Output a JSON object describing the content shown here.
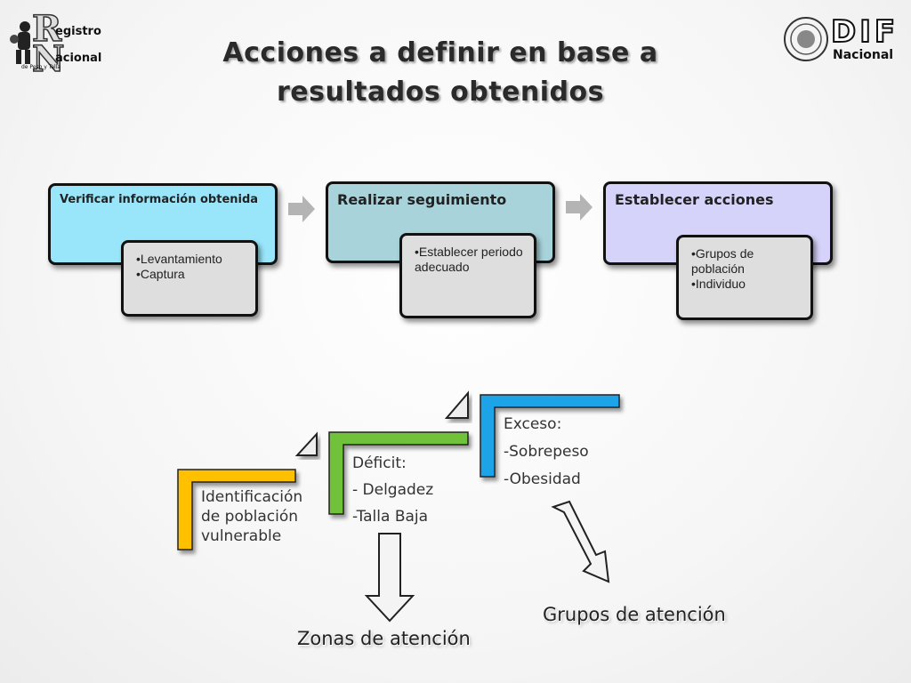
{
  "header": {
    "title": "Acciones a definir en base a resultados obtenidos",
    "logo_left": {
      "line1": "egistro",
      "line2": "acional",
      "caption": "de Peso y Talla",
      "letters": [
        "R",
        "N"
      ]
    },
    "logo_right": {
      "word": "DIF",
      "sub": "Nacional"
    }
  },
  "flow": [
    {
      "title": "Verificar información obtenida",
      "color": "#99e6fb",
      "items": [
        "•Levantamiento",
        "•Captura"
      ]
    },
    {
      "title": "Realizar seguimiento",
      "color": "#a8d3da",
      "items": [
        "•Establecer periodo adecuado"
      ]
    },
    {
      "title": "Establecer acciones",
      "color": "#d6d3fb",
      "items": [
        "•Grupos de población",
        "•Individuo"
      ]
    }
  ],
  "steps": [
    {
      "lines": [
        "Identificación",
        "de población",
        "vulnerable"
      ],
      "color": "#ffc000"
    },
    {
      "lines": [
        "Déficit:",
        "- Delgadez",
        "-Talla Baja"
      ],
      "color": "#70c23a"
    },
    {
      "lines": [
        "Exceso:",
        "-Sobrepeso",
        "-Obesidad"
      ],
      "color": "#1aa3e8"
    }
  ],
  "results": {
    "zonas": "Zonas de atención",
    "grupos": "Grupos de atención"
  }
}
